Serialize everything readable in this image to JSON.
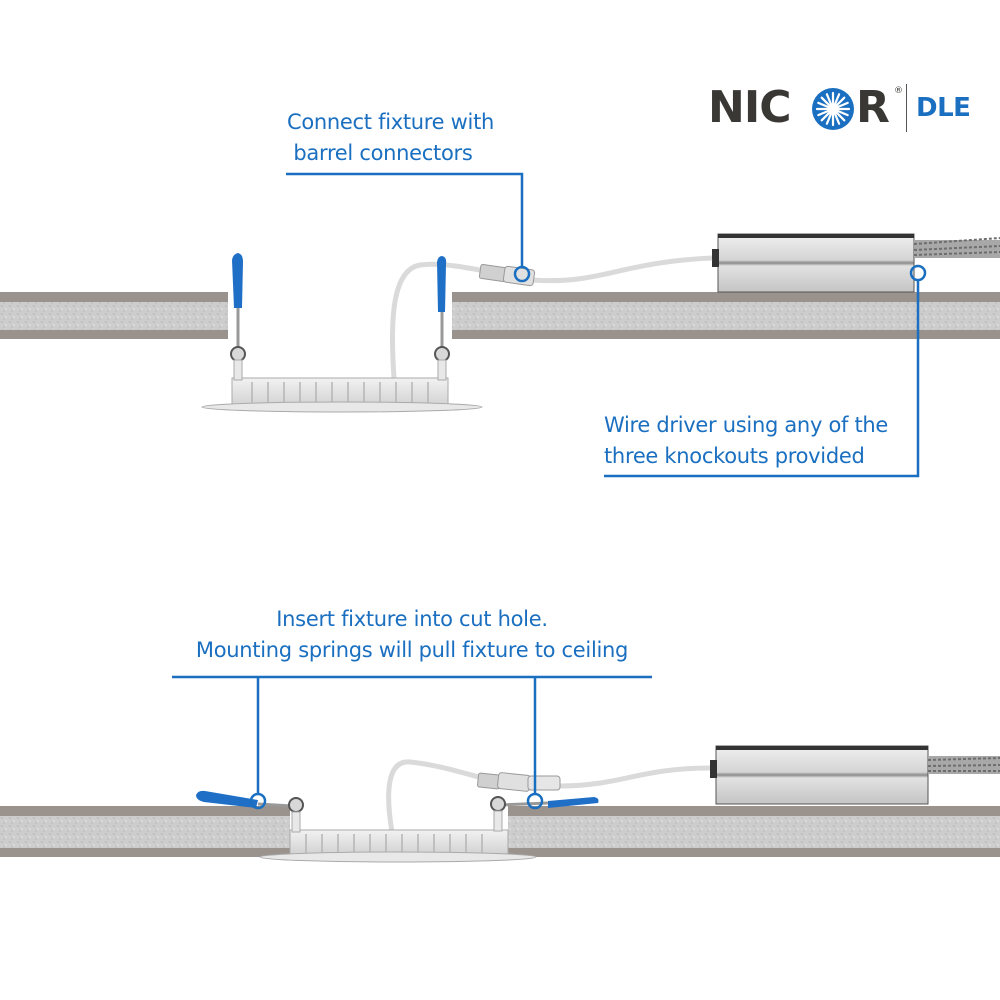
{
  "brand": {
    "name_part1": "NIC",
    "name_part2": "R",
    "registered_mark": "®",
    "product_line": "DLE",
    "brand_color": "#3a3835",
    "accent_color": "#1a6fc0"
  },
  "colors": {
    "callout_blue": "#1a6fc0",
    "ceiling_band": "#9a928d",
    "ceiling_core": "#cfcfcf",
    "spring_blue": "#1f6fc6",
    "driver_silver": "#d8d8d8"
  },
  "step1": {
    "callout_connect": {
      "line1": "Connect fixture with",
      "line2": " barrel connectors"
    },
    "callout_driver": {
      "line1": "Wire driver using any of the",
      "line2": "three knockouts provided"
    }
  },
  "step2": {
    "callout_insert": {
      "line1": "Insert fixture into cut hole.",
      "line2": "Mounting springs will pull fixture to ceiling"
    }
  }
}
